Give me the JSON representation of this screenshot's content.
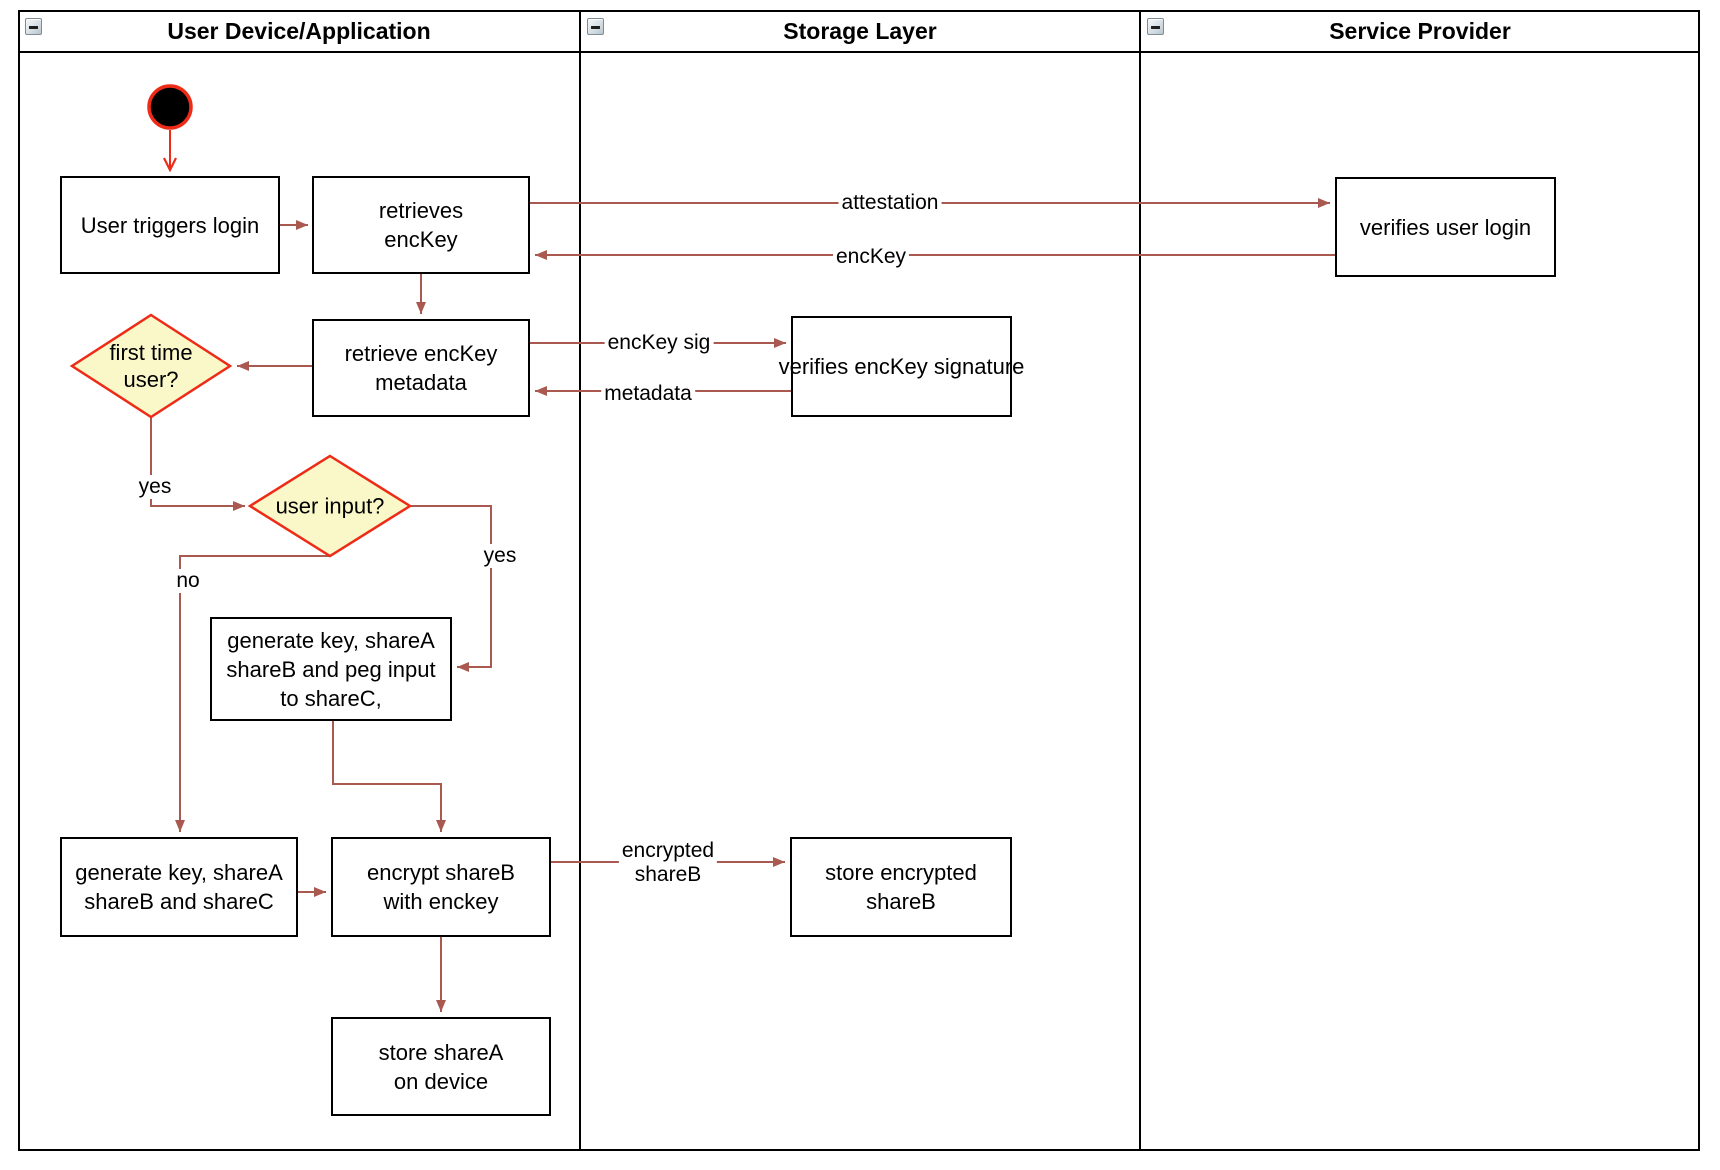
{
  "lanes": [
    {
      "title": "User Device/Application"
    },
    {
      "title": "Storage Layer"
    },
    {
      "title": "Service Provider"
    }
  ],
  "nodes": {
    "user_triggers_login": {
      "lines": [
        "User triggers login"
      ]
    },
    "retrieves_enckey": {
      "lines": [
        "retrieves",
        "encKey"
      ]
    },
    "retrieve_enckey_metadata": {
      "lines": [
        "retrieve encKey",
        "metadata"
      ]
    },
    "first_time_user": {
      "lines": [
        "first time",
        "user?"
      ]
    },
    "user_input": {
      "lines": [
        "user input?"
      ]
    },
    "generate_key_peg": {
      "lines": [
        "generate key, shareA",
        "shareB and peg input",
        "to shareC,"
      ]
    },
    "generate_key_shares": {
      "lines": [
        "generate key, shareA",
        "shareB and shareC"
      ]
    },
    "encrypt_shareb": {
      "lines": [
        "encrypt shareB",
        "with enckey"
      ]
    },
    "store_sharea": {
      "lines": [
        "store shareA",
        "on device"
      ]
    },
    "verifies_enckey_signature": {
      "lines": [
        "verifies encKey signature"
      ]
    },
    "store_encrypted_shareb": {
      "lines": [
        "store encrypted",
        "shareB"
      ]
    },
    "verifies_user_login": {
      "lines": [
        "verifies user login"
      ]
    }
  },
  "edge_labels": {
    "attestation": "attestation",
    "enckey": "encKey",
    "enckey_sig": "encKey sig",
    "metadata": "metadata",
    "yes_first_time": "yes",
    "no_user_input": "no",
    "yes_user_input": "yes",
    "encrypted_shareb": {
      "lines": [
        "encrypted",
        "shareB"
      ]
    }
  },
  "colors": {
    "accent_red": "#ee2b17",
    "connector_red": "#a9594f",
    "diamond_fill": "#faf8c9",
    "node_border": "#000000",
    "background": "#ffffff"
  }
}
